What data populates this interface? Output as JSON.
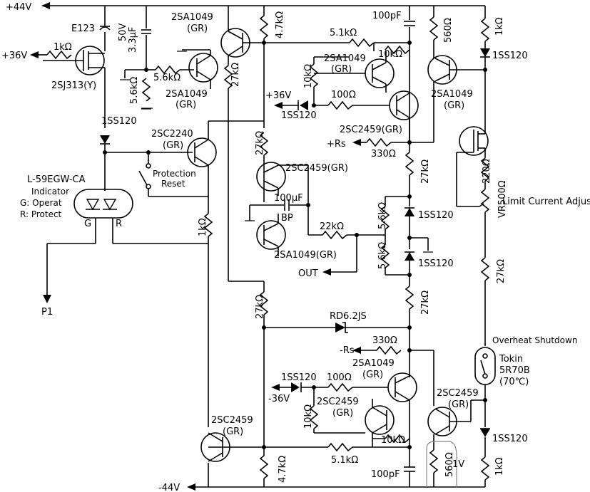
{
  "rails": {
    "pos44": "+44V",
    "neg44": "-44V",
    "pos36": "+36V",
    "pos36b": "+36V",
    "neg36": "-36V",
    "p1": "P1",
    "out": "OUT",
    "plus_rs": "+Rs",
    "minus_rs": "-Rs",
    "one_v": "1V"
  },
  "components": {
    "e123": "E123",
    "cap_50v": "50V",
    "cap_33uf": "3.3μF",
    "r1k_top": "1kΩ",
    "fet": "2SJ313(Y)",
    "r56k_a": "5.6kΩ",
    "r56k_b": "5.6kΩ",
    "q_2sa1049_a": "2SA1049",
    "q_2sa1049_a_gr": "(GR)",
    "q_2sa1049_top": "2SA1049",
    "q_2sa1049_top_gr": "(GR)",
    "r47k_top": "4.7kΩ",
    "r27k_a": "27kΩ",
    "d_1ss120_left": "1SS120",
    "q_2sc2240": "2SC2240",
    "q_2sc2240_gr": "(GR)",
    "led": "L-59EGW-CA",
    "indicator": "Indicator",
    "g_operat": "G: Operat",
    "r_protect": "R: Protect",
    "pin_g": "G",
    "pin_r": "R",
    "prot_reset_1": "Protection",
    "prot_reset_2": "Reset",
    "r1k_mid": "1kΩ",
    "c100pf_top": "100pF",
    "r51k_top": "5.1kΩ",
    "q_2sa1049_mid": "2SA1049",
    "q_2sa1049_mid_gr": "(GR)",
    "r10k_a": "10kΩ",
    "r10k_b": "10kΩ",
    "r100_top": "100Ω",
    "d_1ss120_top": "1SS120",
    "r560_top": "560Ω",
    "q_2sa1049_right": "2SA1049",
    "q_2sa1049_right_gr": "(GR)",
    "q_2sc2459_top": "2SC2459(GR)",
    "r330_top": "330Ω",
    "r1k_right_top": "1kΩ",
    "d_1ss120_right_top": "1SS120",
    "r27k_b": "27kΩ",
    "q_2sc2459_center": "2SC2459(GR)",
    "c100uf": "100μF",
    "bp": "BP",
    "r22k": "22kΩ",
    "r56k_c": "5.6kΩ",
    "r56k_d": "5.6kΩ",
    "d_1ss120_c1": "1SS120",
    "d_1ss120_c2": "1SS120",
    "r27k_c": "27kΩ",
    "q_2sa1049_center": "2SA1049(GR)",
    "r220": "220Ω",
    "vr500": "VR500Ω",
    "limit_adj": "Limit Current Adjust",
    "r27k_d": "27kΩ",
    "r27k_e": "27kΩ",
    "r27k_f": "27kΩ",
    "rd62": "RD6.2JS",
    "overheat": "Overheat Shutdown",
    "tokin": "Tokin",
    "tokin_part": "5R70B",
    "tokin_temp": "(70℃)",
    "r330_bot": "330Ω",
    "d_1ss120_bot": "1SS120",
    "r100_bot": "100Ω",
    "q_2sa1049_bot": "2SA1049",
    "q_2sa1049_bot_gr": "(GR)",
    "q_2sc2459_bot": "2SC2459",
    "q_2sc2459_bot_gr": "(GR)",
    "r10k_c": "10kΩ",
    "r10k_d": "10kΩ",
    "r51k_bot": "5.1kΩ",
    "c100pf_bot": "100pF",
    "r560_bot": "560Ω",
    "q_2sc2459_right": "2SC2459",
    "q_2sc2459_right_gr": "(GR)",
    "d_1ss120_right_bot": "1SS120",
    "r1k_right_bot": "1kΩ",
    "q_2sc2459_left": "2SC2459",
    "q_2sc2459_left_gr": "(GR)",
    "r47k_bot": "4.7kΩ"
  }
}
